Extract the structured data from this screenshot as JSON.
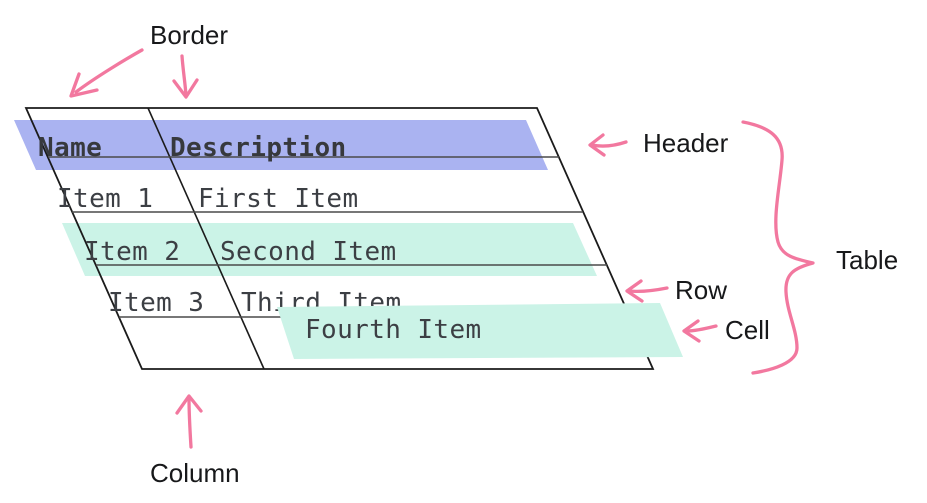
{
  "annotations": {
    "border": {
      "label": "Border"
    },
    "header": {
      "label": "Header"
    },
    "row": {
      "label": "Row"
    },
    "cell": {
      "label": "Cell"
    },
    "table": {
      "label": "Table"
    },
    "column": {
      "label": "Column"
    }
  },
  "table": {
    "columns": [
      "Name",
      "Description"
    ],
    "rows": [
      {
        "name": "Item 1",
        "description": "First Item"
      },
      {
        "name": "Item 2",
        "description": "Second Item"
      },
      {
        "name": "Item 3",
        "description": "Third Item"
      },
      {
        "name": "",
        "description": "Fourth Item"
      }
    ]
  },
  "colors": {
    "header_highlight": "#aab3f1",
    "row_highlight": "#cbf3e7",
    "cell_highlight": "#cbf3e7",
    "annotation_pink": "#f2789f",
    "table_border": "#1b1b1b",
    "row_line": "#4a4a4a",
    "table_text": "#3c3f44",
    "label_text": "#17181a"
  }
}
